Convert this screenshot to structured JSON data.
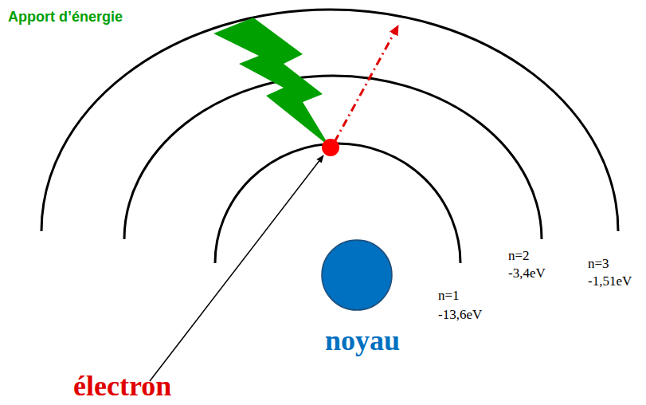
{
  "diagram": {
    "labels": [
      "Apport d’énergie",
      "n=1",
      "-13,6eV",
      "n=2",
      "-3,4eV",
      "n=3",
      "-1,51eV",
      "noyau",
      "électron"
    ]
  }
}
